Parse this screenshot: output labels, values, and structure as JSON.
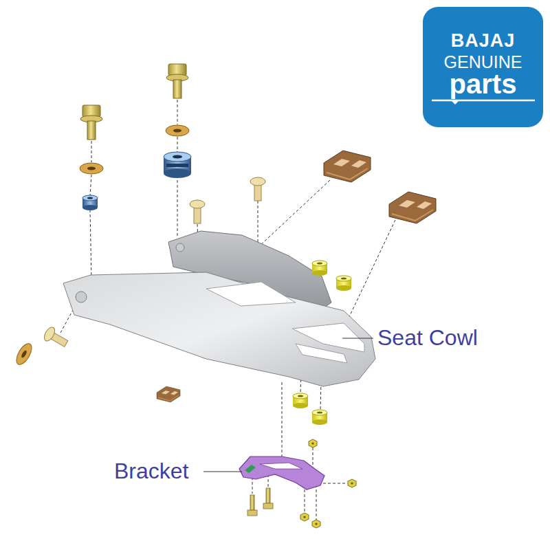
{
  "diagram": {
    "nodes": [
      {
        "text": [
          "BAJAJ",
          "GENUINE",
          "parts"
        ]
      }
    ],
    "labels": [
      "Seat Cowl",
      "Bracket"
    ]
  }
}
